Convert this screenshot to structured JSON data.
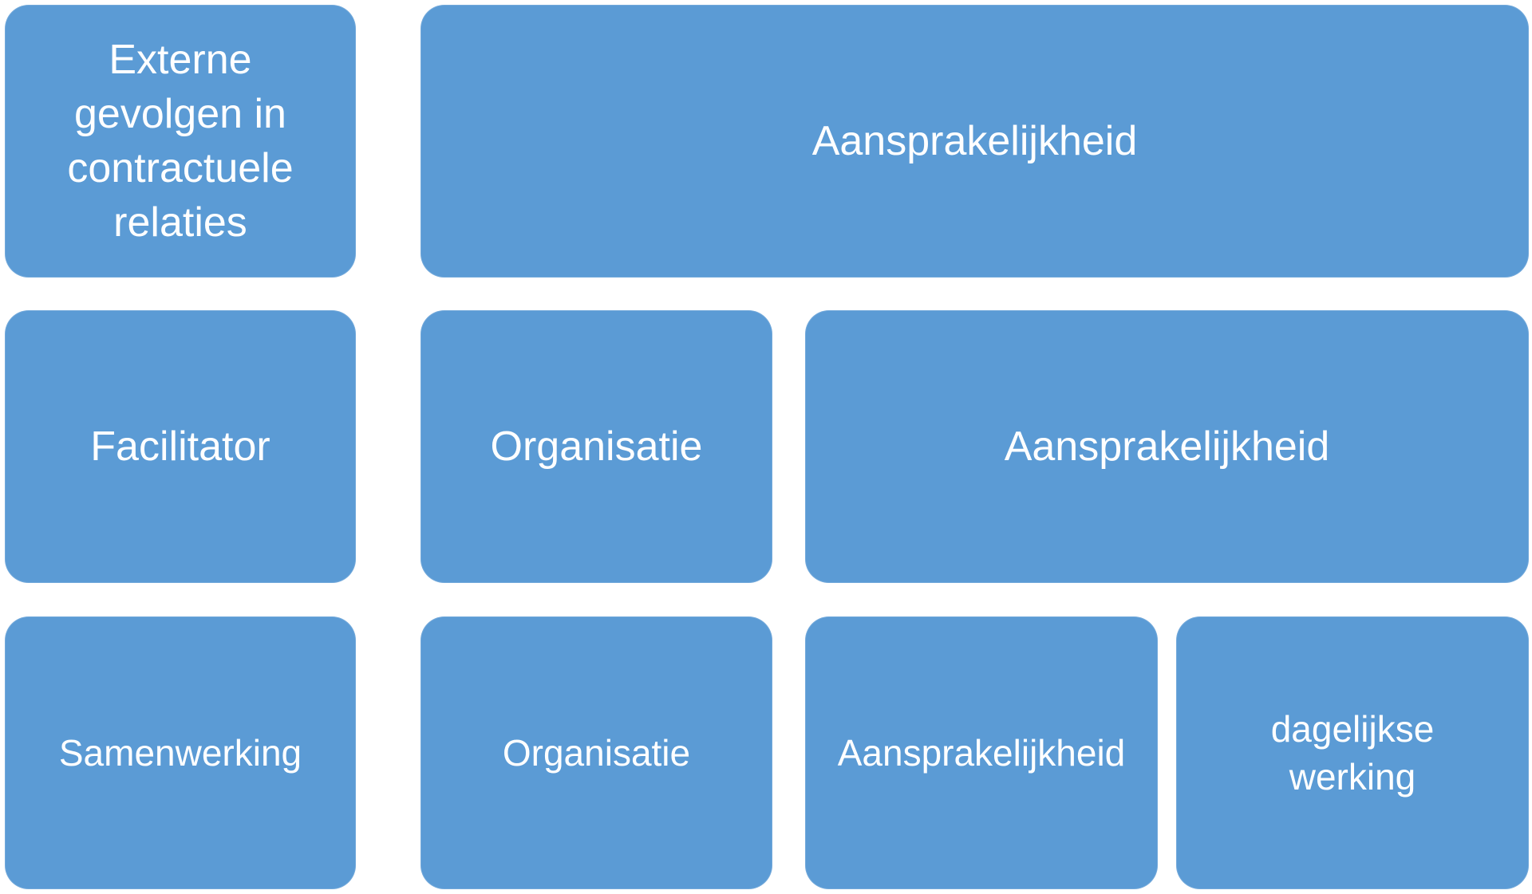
{
  "diagram": {
    "row1": {
      "left": "Externe\ngevolgen in\ncontractuele\nrelaties",
      "right": "Aansprakelijkheid"
    },
    "row2": {
      "left": "Facilitator",
      "middle": "Organisatie",
      "right": "Aansprakelijkheid"
    },
    "row3": {
      "left": "Samenwerking",
      "middle": "Organisatie",
      "right_a": "Aansprakelijkheid",
      "right_b": "dagelijkse\nwerking"
    },
    "colors": {
      "box": "#5b9bd5",
      "text": "#ffffff",
      "background": "#ffffff"
    }
  }
}
